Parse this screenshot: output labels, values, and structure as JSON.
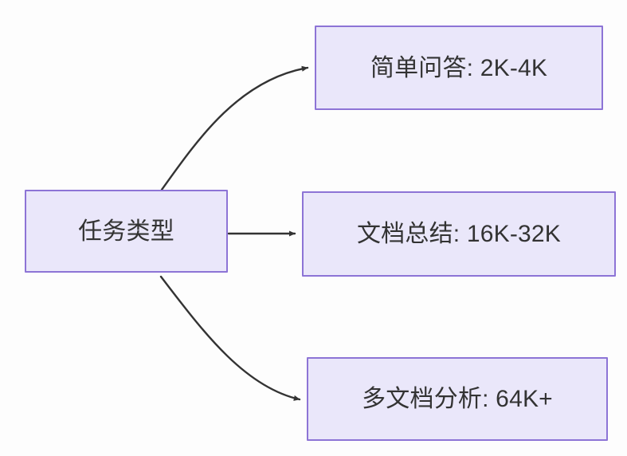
{
  "diagram": {
    "type": "flowchart",
    "direction": "left-to-right",
    "background_color": "#fdfdfd",
    "node_fill_color": "#eae7fa",
    "node_border_color": "#8d74d6",
    "node_text_color": "#333333",
    "edge_color": "#333333",
    "root": {
      "id": "task-type",
      "label": "任务类型"
    },
    "branches": [
      {
        "id": "simple-qa",
        "label": "简单问答: 2K-4K",
        "edge_style": "curved"
      },
      {
        "id": "doc-summary",
        "label": "文档总结: 16K-32K",
        "edge_style": "straight"
      },
      {
        "id": "multidoc-analysis",
        "label": "多文档分析: 64K+",
        "edge_style": "curved"
      }
    ]
  }
}
